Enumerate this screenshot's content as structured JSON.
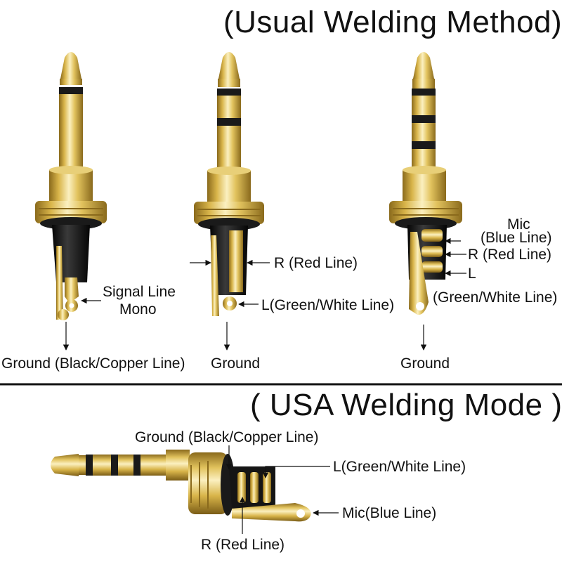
{
  "sections": {
    "usual": {
      "title": "(Usual Welding Method)",
      "mono": {
        "signal_line": "Signal Line",
        "signal_mono": "Mono",
        "ground": "Ground (Black/Copper Line)"
      },
      "stereo": {
        "right": "R (Red Line)",
        "left": "L(Green/White Line)",
        "ground": "Ground"
      },
      "trrs": {
        "mic": "Mic",
        "mic_line": "(Blue Line)",
        "right": "R (Red Line)",
        "left": "L",
        "left_line": "(Green/White Line)",
        "ground": "Ground"
      }
    },
    "usa": {
      "title": "( USA Welding Mode )",
      "ground": "Ground (Black/Copper Line)",
      "left": "L(Green/White Line)",
      "mic": "Mic(Blue Line)",
      "right": "R (Red Line)"
    }
  },
  "colors": {
    "gold_light": "#f7e7a6",
    "gold_mid": "#d9b54a",
    "gold_dark": "#8a6a1c",
    "band": "#1a1a1a",
    "plastic": "#151515",
    "divider": "#111111"
  }
}
